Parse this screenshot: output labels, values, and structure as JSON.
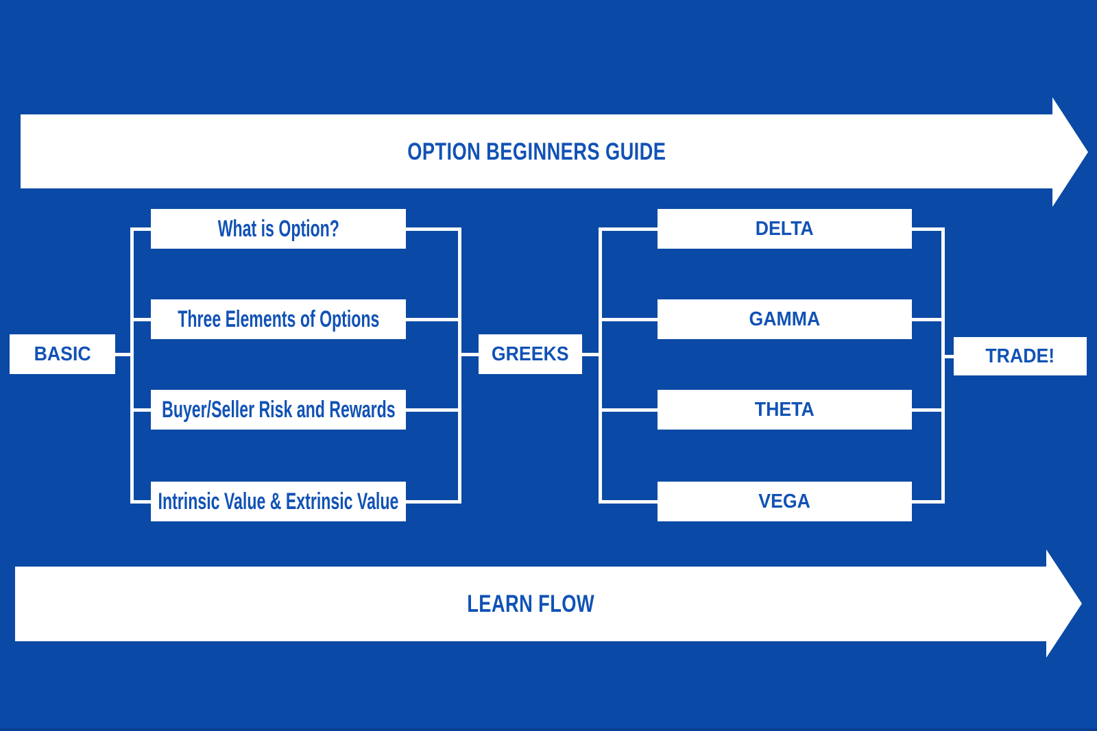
{
  "colors": {
    "background": "#0A49A5",
    "ink": "#1152B5",
    "panel": "#FFFFFF",
    "line": "#FBFCFE"
  },
  "banners": {
    "top_label": "OPTION BEGINNERS GUIDE",
    "bottom_label": "LEARN FLOW"
  },
  "nodes": {
    "basic": "BASIC",
    "greeks_hub": "GREEKS",
    "trade": "TRADE!",
    "basic_topics": [
      "What is Option?",
      "Three Elements of Options",
      "Buyer/Seller Risk and Rewards",
      "Intrinsic Value & Extrinsic Value"
    ],
    "greek_topics": [
      "DELTA",
      "GAMMA",
      "THETA",
      "VEGA"
    ]
  }
}
